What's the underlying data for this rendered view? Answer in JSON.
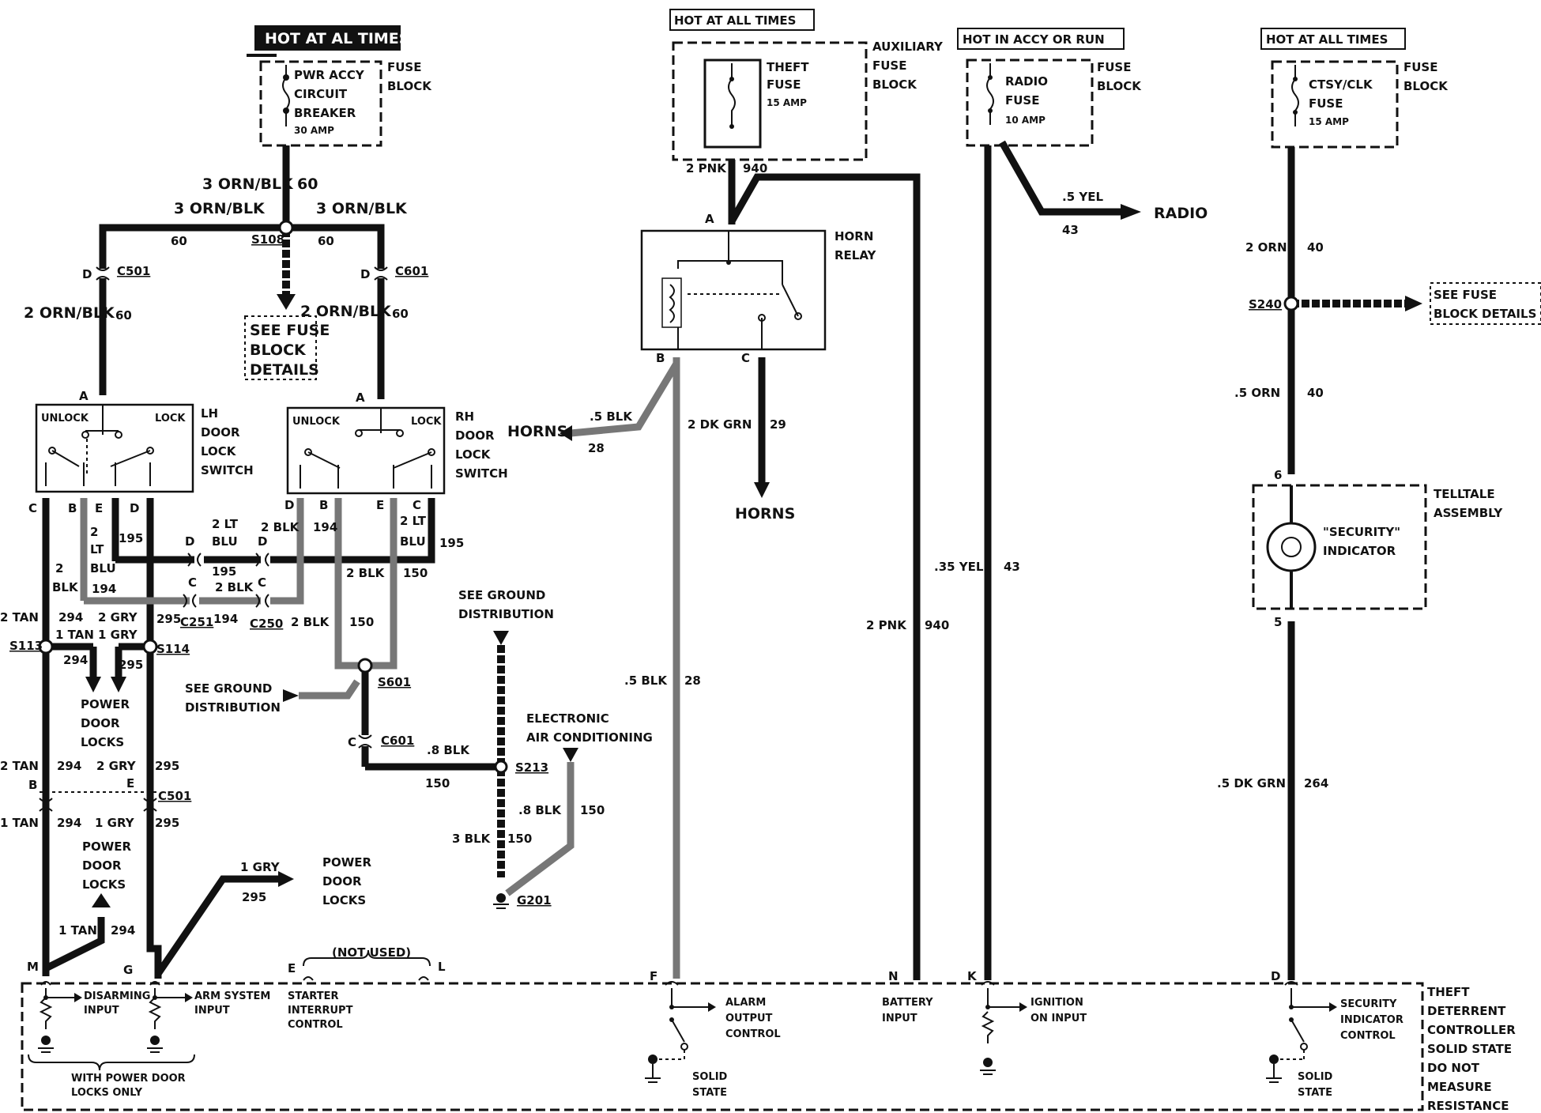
{
  "headers": {
    "hot_lh": "HOT AT AL TIMES",
    "hot_theft": "HOT AT ALL TIMES",
    "hot_radio": "HOT IN ACCY OR RUN",
    "hot_ctsy": "HOT AT ALL TIMES"
  },
  "fuses": {
    "pwr_accy": [
      "PWR ACCY",
      "CIRCUIT",
      "BREAKER",
      "30 AMP"
    ],
    "theft": [
      "THEFT",
      "FUSE",
      "15 AMP"
    ],
    "radio": [
      "RADIO",
      "FUSE",
      "10 AMP"
    ],
    "ctsy": [
      "CTSY/CLK",
      "FUSE",
      "15 AMP"
    ],
    "fuse_block": [
      "FUSE",
      "BLOCK"
    ],
    "aux_fuse_block": [
      "AUXILIARY",
      "FUSE",
      "BLOCK"
    ]
  },
  "components": {
    "lh_switch": [
      "LH",
      "DOOR",
      "LOCK",
      "SWITCH"
    ],
    "rh_switch": [
      "RH",
      "DOOR",
      "LOCK",
      "SWITCH"
    ],
    "unlock": "UNLOCK",
    "lock": "LOCK",
    "horn_relay": [
      "HORN",
      "RELAY"
    ],
    "telltale": [
      "TELLTALE",
      "ASSEMBLY"
    ],
    "security_indicator": [
      "\"SECURITY\"",
      "INDICATOR"
    ],
    "controller": [
      "THEFT",
      "DETERRENT",
      "CONTROLLER",
      "SOLID STATE",
      "DO NOT",
      "MEASURE",
      "RESISTANCE"
    ]
  },
  "references": {
    "see_fuse_block": [
      "SEE FUSE",
      "BLOCK",
      "DETAILS"
    ],
    "see_fuse_block_right": [
      "SEE FUSE",
      "BLOCK DETAILS"
    ],
    "see_ground_top": [
      "SEE GROUND",
      "DISTRIBUTION"
    ],
    "see_ground_left": [
      "SEE GROUND",
      "DISTRIBUTION"
    ],
    "electronic_ac": [
      "ELECTRONIC",
      "AIR CONDITIONING"
    ],
    "power_door_locks": [
      "POWER",
      "DOOR",
      "LOCKS"
    ],
    "horns": "HORNS",
    "radio": "RADIO",
    "not_used": "(NOT USED)"
  },
  "splices": [
    "S108",
    "S113",
    "S114",
    "S601",
    "S213",
    "S240"
  ],
  "grounds": [
    "G201"
  ],
  "connectors": [
    "C501",
    "C601",
    "C251",
    "C250",
    "C601",
    "C501"
  ],
  "wires": {
    "w60": "3 ORN/BLK",
    "c60": "60",
    "w60b": "2 ORN/BLK",
    "w194": "2 BLK",
    "c194": "194",
    "w195": "2 LT BLU",
    "c195": "195",
    "w294": "2 TAN",
    "c294": "294",
    "w294b": "1 TAN",
    "w295": "2 GRY",
    "c295": "295",
    "w295b": "1 GRY",
    "w150": "2 BLK",
    "c150": "150",
    "w150b": ".8 BLK",
    "w150c": "3 BLK",
    "w940": "2 PNK",
    "c940": "940",
    "w28": ".5 BLK",
    "c28": "28",
    "w29": "2 DK GRN",
    "c29": "29",
    "w43": ".35 YEL",
    "w43b": ".5 YEL",
    "c43": "43",
    "w40": "2 ORN",
    "w40b": ".5 ORN",
    "c40": "40",
    "w264": ".5 DK GRN",
    "c264": "264"
  },
  "controller_inputs": {
    "disarming": [
      "DISARMING",
      "INPUT"
    ],
    "arm_system": [
      "ARM SYSTEM",
      "INPUT"
    ],
    "starter": [
      "STARTER",
      "INTERRUPT",
      "CONTROL"
    ],
    "alarm": [
      "ALARM",
      "OUTPUT",
      "CONTROL"
    ],
    "battery": [
      "BATTERY",
      "INPUT"
    ],
    "ignition": [
      "IGNITION",
      "ON INPUT"
    ],
    "security_ctrl": [
      "SECURITY",
      "INDICATOR",
      "CONTROL"
    ],
    "with_pdl": [
      "WITH POWER DOOR",
      "LOCKS ONLY"
    ],
    "solid_state": [
      "SOLID",
      "STATE"
    ]
  },
  "pins": [
    "M",
    "G",
    "E",
    "L",
    "F",
    "N",
    "K",
    "D"
  ]
}
